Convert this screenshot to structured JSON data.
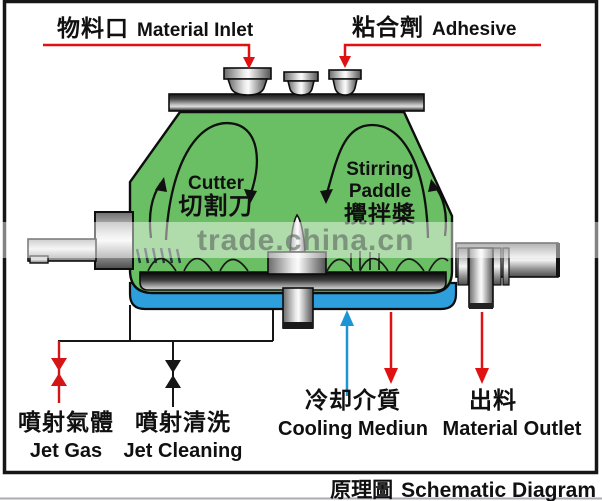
{
  "watermark": {
    "text": "trade.china.cn"
  },
  "title": {
    "zh": "原理圖",
    "en": "Schematic Diagram"
  },
  "labels": {
    "material_inlet": {
      "zh": "物料口",
      "en": "Material Inlet"
    },
    "adhesive": {
      "zh": "粘合劑",
      "en": "Adhesive"
    },
    "cutter": {
      "en": "Cutter",
      "zh": "切割刀"
    },
    "stirring_paddle": {
      "en1": "Stirring",
      "en2": "Paddle",
      "zh": "攪拌槳"
    },
    "jet_gas": {
      "zh": "噴射氣體",
      "en": "Jet Gas"
    },
    "jet_cleaning": {
      "zh": "噴射清洗",
      "en": "Jet Cleaning"
    },
    "cooling_medium": {
      "zh": "冷却介質",
      "en": "Cooling Mediun"
    },
    "material_outlet": {
      "zh": "出料",
      "en": "Material Outlet"
    }
  },
  "colors": {
    "body_green": "#6abe63",
    "cooling_blue": "#2d9fdd",
    "leader_red": "#e01111",
    "cooling_arrow_blue": "#1d95d4",
    "outline_black": "#141414"
  }
}
